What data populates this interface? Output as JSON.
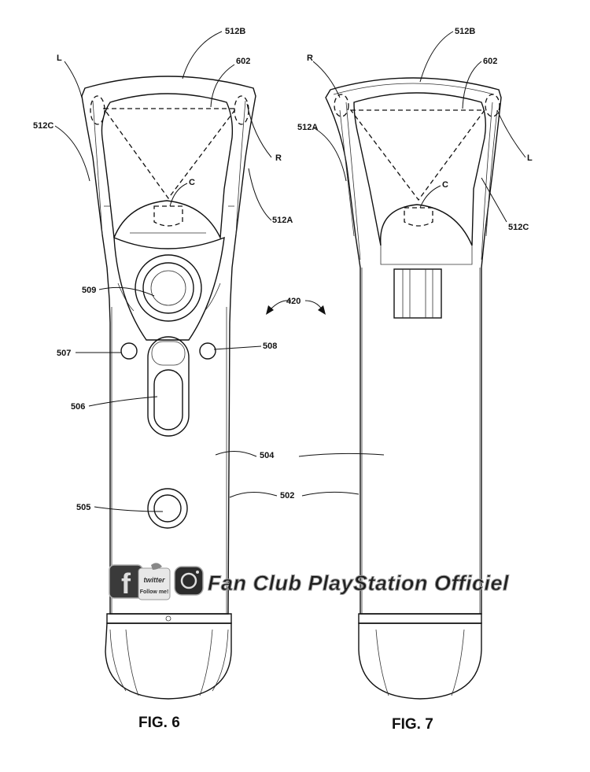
{
  "figures": {
    "fig6": {
      "caption": "FIG. 6",
      "labels": {
        "l512b": "512B",
        "l602": "602",
        "lL": "L",
        "l512c": "512C",
        "lR": "R",
        "lC": "C",
        "l512a": "512A",
        "l509": "509",
        "l507": "507",
        "l508": "508",
        "l506": "506",
        "l505": "505"
      }
    },
    "fig7": {
      "caption": "FIG. 7",
      "labels": {
        "l512b": "512B",
        "lR": "R",
        "l602": "602",
        "l512a": "512A",
        "lL": "L",
        "lC": "C",
        "l512c": "512C"
      }
    },
    "shared_labels": {
      "l420": "420",
      "l504": "504",
      "l502": "502"
    }
  },
  "watermark": {
    "text": "Fan Club PlayStation Officiel",
    "badge_top": "twitter",
    "badge_bottom": "Follow me!",
    "icons": [
      "facebook-icon",
      "twitter-bird-icon",
      "instagram-icon"
    ]
  }
}
